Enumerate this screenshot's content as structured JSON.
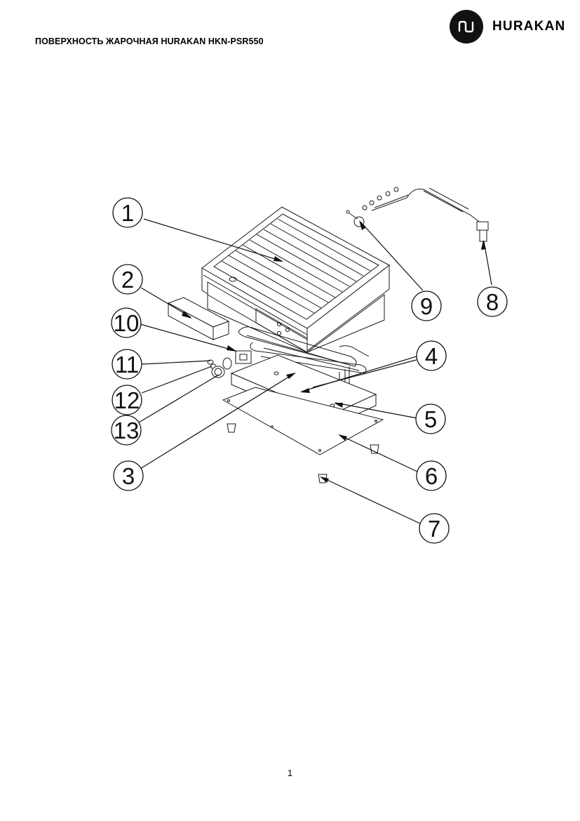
{
  "header": {
    "title": "ПОВЕРХНОСТЬ ЖАРОЧНАЯ HURAKAN HKN-PSR550",
    "brand": {
      "name": "HURAKAN",
      "icon": "hurakan-logo-icon",
      "color": "#111111"
    }
  },
  "diagram": {
    "callouts": [
      {
        "id": "1",
        "label": "1"
      },
      {
        "id": "2",
        "label": "2"
      },
      {
        "id": "3",
        "label": "3"
      },
      {
        "id": "4",
        "label": "4"
      },
      {
        "id": "5",
        "label": "5"
      },
      {
        "id": "6",
        "label": "6"
      },
      {
        "id": "7",
        "label": "7"
      },
      {
        "id": "8",
        "label": "8"
      },
      {
        "id": "9",
        "label": "9"
      },
      {
        "id": "10",
        "label": "10"
      },
      {
        "id": "11",
        "label": "11"
      },
      {
        "id": "12",
        "label": "12"
      },
      {
        "id": "13",
        "label": "13"
      }
    ]
  },
  "footer": {
    "page_number": "1"
  }
}
